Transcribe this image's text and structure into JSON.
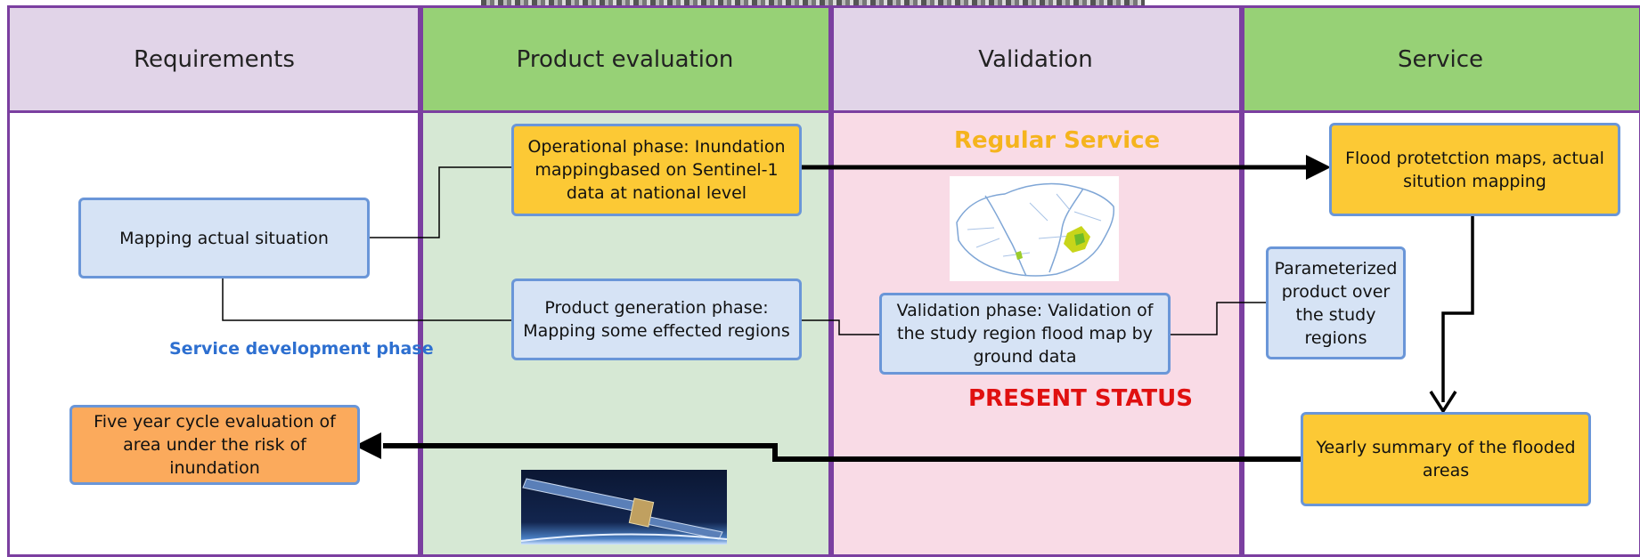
{
  "columns": [
    {
      "title": "Requirements",
      "head_color": "#e1d4e8",
      "body_color": "#ffffff"
    },
    {
      "title": "Product evaluation",
      "head_color": "#97d176",
      "body_color": "#d6e8d4"
    },
    {
      "title": "Validation",
      "head_color": "#e1d4e8",
      "body_color": "#f9dbe6"
    },
    {
      "title": "Service",
      "head_color": "#97d176",
      "body_color": "#ffffff"
    }
  ],
  "boxes": {
    "mapping_actual": "Mapping actual situation",
    "five_year": "Five year cycle evaluation of area under the risk of inundation",
    "operational": "Operational phase: Inundation mappingbased on Sentinel-1 data at national level",
    "product_generation": "Product generation phase: Mapping some effected regions",
    "validation_phase": "Validation phase: Validation of the study region flood map by ground data",
    "flood_protection": "Flood protetction maps, actual sitution mapping",
    "parameterized": "Parameterized product over the study regions",
    "yearly_summary": "Yearly summary of the flooded areas"
  },
  "labels": {
    "service_dev": "Service development phase",
    "regular_service": "Regular Service",
    "present_status": "PRESENT STATUS"
  },
  "colors": {
    "lane_border": "#7b3fa0",
    "box_border": "#6a96d8",
    "blue_box": "#d6e3f5",
    "yellow_box": "#fcc935",
    "orange_box": "#fbaa5c",
    "service_dev_text": "#2d6fd0",
    "regular_service_text": "#f5b41e",
    "present_status_text": "#e01010"
  }
}
